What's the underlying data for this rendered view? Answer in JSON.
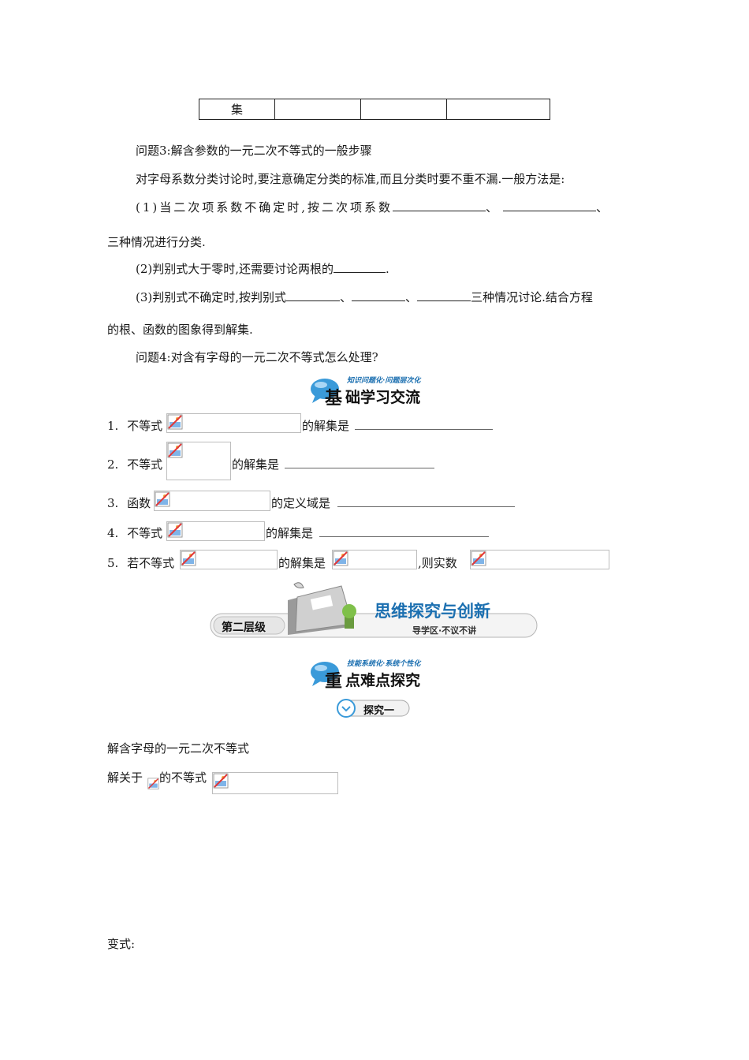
{
  "table_row": {
    "label": "集",
    "cells": [
      "",
      "",
      ""
    ]
  },
  "q3_title": "问题3:解含参数的一元二次不等式的一般步骤",
  "q3_intro": "对字母系数分类讨论时,要注意确定分类的标准,而且分类时要不重不漏.一般方法是:",
  "step1_a": "(1)当二次项系数不确定时,按二次项系数",
  "step1_sep1": "、",
  "step1_sep2": "、",
  "step1_b": "三种情况进行分类.",
  "step2_a": "(2)判别式大于零时,还需要讨论两根的",
  "step2_end": ".",
  "step3_a": "(3)判别式不确定时,按判别式",
  "step3_sep1": "、",
  "step3_sep2": "、",
  "step3_b": "三种情况讨论.结合方程",
  "step3_c": "的根、函数的图象得到解集.",
  "q4": "问题4:对含有字母的一元二次不等式怎么处理?",
  "banner1": {
    "small": "知识问题化·问题层次化",
    "title_big": "基",
    "title_rest": "础学习交流"
  },
  "ex1": {
    "num": "1.",
    "pre": "不等式",
    "post": "的解集是"
  },
  "ex2": {
    "num": "2.",
    "pre": "不等式",
    "post": "的解集是"
  },
  "ex3": {
    "num": "3.",
    "pre": "函数",
    "post": "的定义域是"
  },
  "ex4": {
    "num": "4.",
    "pre": "不等式",
    "post": "的解集是"
  },
  "ex5": {
    "num": "5.",
    "pre": "若不等式",
    "mid": "的解集是",
    "post": ",则实数"
  },
  "level2": {
    "tag": "第二层级",
    "title": "思维探究与创新",
    "sub": "导学区·不议不讲"
  },
  "banner2": {
    "small": "技能系统化·系统个性化",
    "title_big": "重",
    "title_rest": "点难点探究"
  },
  "explore_tag": "探究一",
  "topic": "解含字母的一元二次不等式",
  "problem_pre": "解关于",
  "problem_post": "的不等式",
  "variant": "变式:",
  "colors": {
    "accent": "#1b6fb0",
    "bubble": "#3a9ad9"
  }
}
